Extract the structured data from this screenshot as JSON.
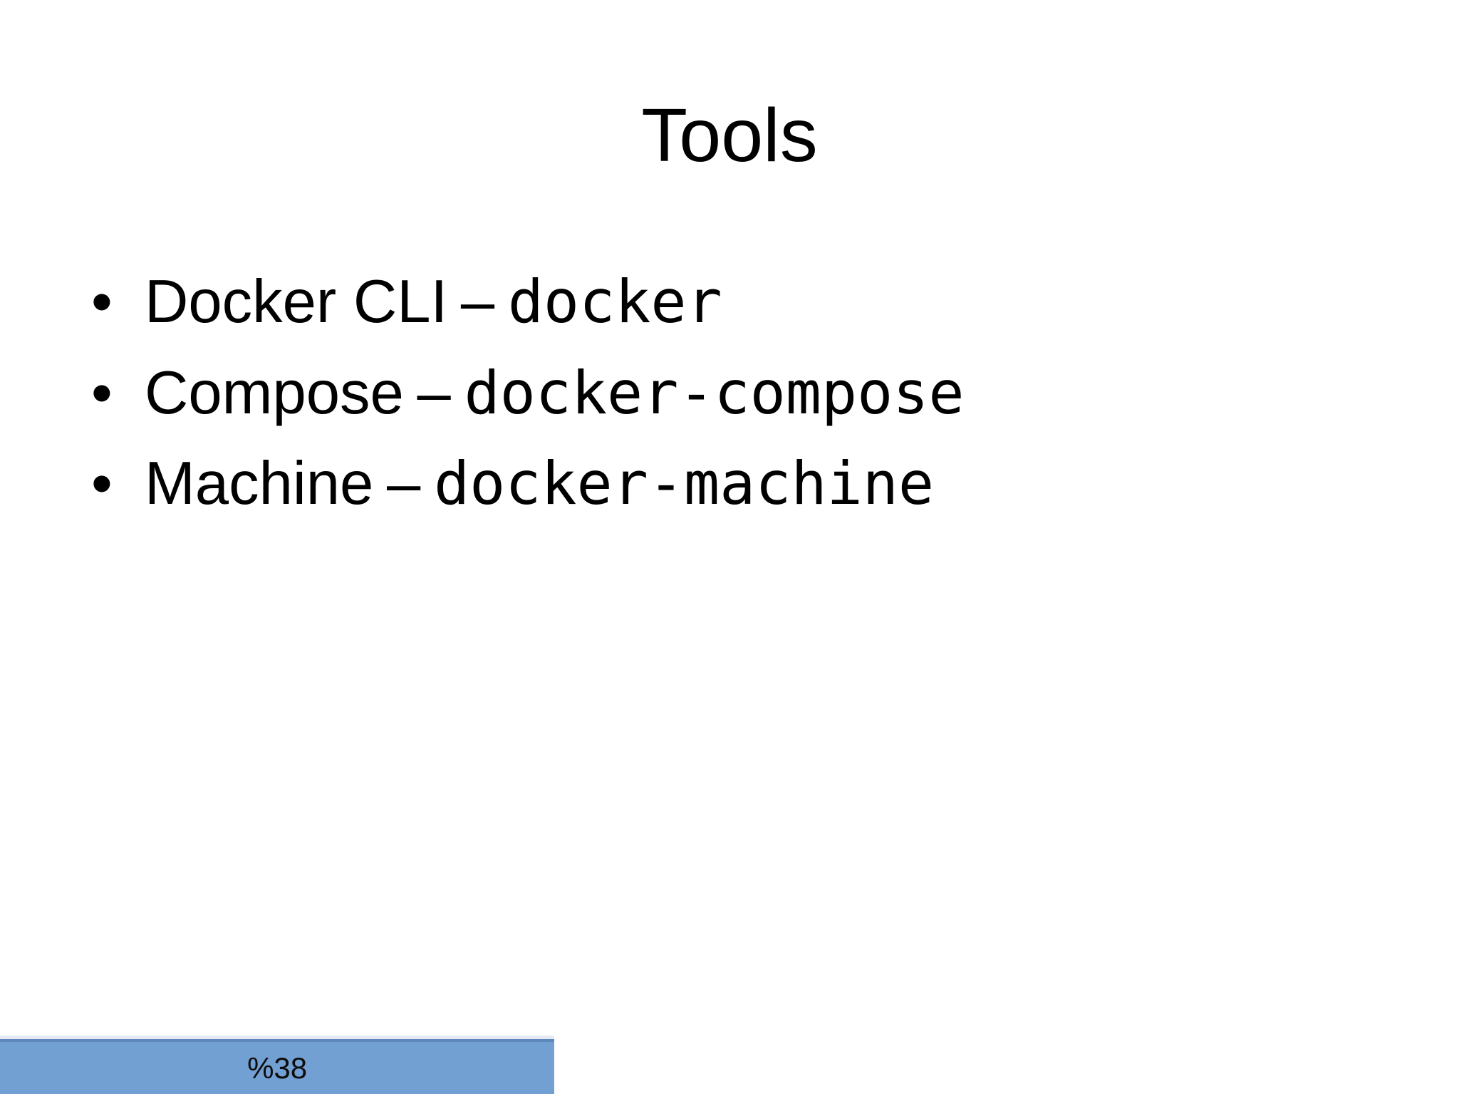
{
  "slide": {
    "title": "Tools",
    "bullet_glyph": "•",
    "separator": "–",
    "bullets": [
      {
        "label": "Docker CLI",
        "command": "docker"
      },
      {
        "label": "Compose",
        "command": "docker-compose"
      },
      {
        "label": "Machine",
        "command": "docker-machine"
      }
    ]
  },
  "footer": {
    "progress_label": "%38",
    "progress_percent": 38,
    "bar_color": "#73a0d2",
    "bar_border_color": "#5e88bd"
  }
}
